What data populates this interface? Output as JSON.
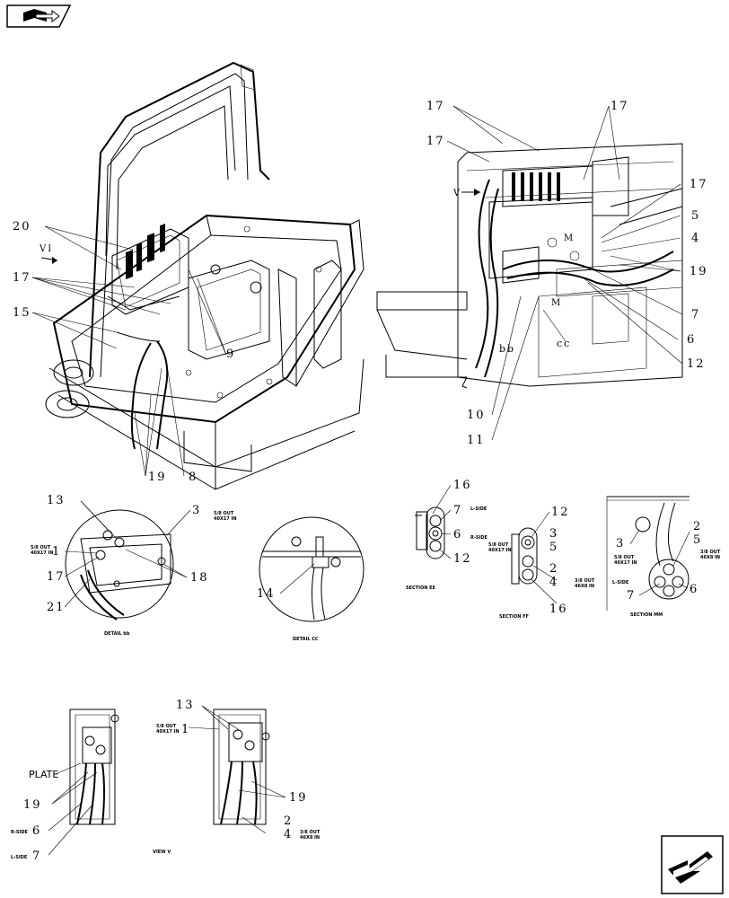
{
  "nav": {
    "top_icon": "book-arrow-icon",
    "bottom_icon": "next-page-arrow-icon"
  },
  "main_view": {
    "callouts": {
      "c20": "20",
      "cVI": "VI",
      "c17": "17",
      "c15": "15",
      "c9": "9",
      "c19": "19",
      "c8": "8"
    }
  },
  "right_view": {
    "callouts": {
      "c17a": "17",
      "c17b": "17",
      "c17c": "17",
      "c17d": "17",
      "cV": "V",
      "c5": "5",
      "c4": "4",
      "c19": "19",
      "c7": "7",
      "c6": "6",
      "c12": "12",
      "c10": "10",
      "c11": "11",
      "cM1": "M",
      "cM2": "M",
      "cbb": "bb",
      "ccc": "cc"
    }
  },
  "detail_bb": {
    "caption": "DETAIL bb",
    "size_note_1": "5/8 OUT",
    "size_note_2": "40X17 IN",
    "callouts": {
      "c13": "13",
      "c1": "1",
      "c17": "17",
      "c21": "21",
      "c3": "3",
      "c18": "18"
    }
  },
  "detail_cc": {
    "caption": "DETAIL CC",
    "callouts": {
      "c14": "14"
    }
  },
  "section_ee": {
    "caption": "SECTION EE",
    "side_note_1": "L-SIDE",
    "side_note_2": "R-SIDE",
    "callouts": {
      "c16": "16",
      "c7": "7",
      "c6": "6",
      "c12": "12"
    }
  },
  "section_ff": {
    "caption": "SECTION FF",
    "size_note_1": "5/8 OUT",
    "size_note_2": "40X17 IN",
    "size_note_3": "3/8 OUT",
    "size_note_4": "46X8 IN",
    "callouts": {
      "c12": "12",
      "c3": "3",
      "c5": "5",
      "c2": "2",
      "c4": "4",
      "c16": "16"
    }
  },
  "section_mm": {
    "caption": "SECTION MM",
    "size_note_1": "5/8 OUT",
    "size_note_2": "40X17 IN",
    "size_note_3": "3/8 OUT",
    "size_note_4": "46X8 IN",
    "side_note": "L-SIDE",
    "callouts": {
      "c3": "3",
      "c2": "2",
      "c5": "5",
      "c7": "7",
      "c6": "6"
    }
  },
  "view_v": {
    "caption": "VIEW V",
    "plate_label": "PLATE",
    "size_note_1": "5/8 OUT",
    "size_note_2": "40X17 IN",
    "size_note_3": "3/8 OUT",
    "size_note_4": "46X8 IN",
    "side_note_r": "R-SIDE",
    "side_note_l": "L-SIDE",
    "callouts": {
      "c19a": "19",
      "c6": "6",
      "c7": "7",
      "c13": "13",
      "c1": "1",
      "c19b": "19",
      "c2": "2",
      "c4": "4"
    }
  }
}
